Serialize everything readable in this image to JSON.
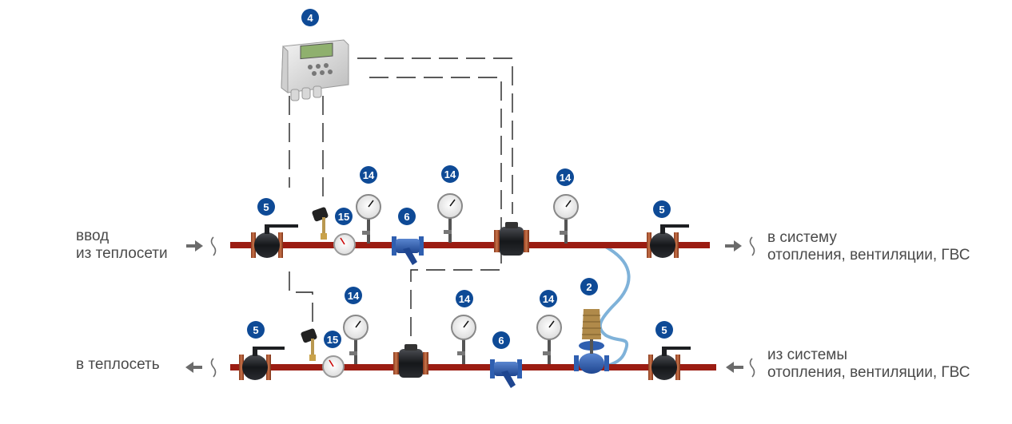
{
  "colors": {
    "pipe": "#9b1c12",
    "badge": "#0e4a96",
    "valve": "#1d1f22",
    "filter": "#2f5fb0",
    "capillary": "#7fb2d9",
    "dash": "#222222",
    "text": "#4a4a4a",
    "arrow": "#6b6b6b"
  },
  "labels": {
    "supply_in": [
      "ввод",
      "из теплосети"
    ],
    "supply_out": [
      "в систему",
      "отопления, вентиляции, ГВС"
    ],
    "return_out": [
      "в теплосеть"
    ],
    "return_in": [
      "из системы",
      "отопления, вентиляции, ГВС"
    ]
  },
  "badges": {
    "controller": "4",
    "gauge": "14",
    "thermometer": "15",
    "filter": "6",
    "ball_valve": "5",
    "pressure_regulator": "2"
  },
  "icons": {
    "ball_valve": "ball-valve-icon",
    "gauge": "pressure-gauge-icon",
    "thermometer": "thermometer-icon",
    "filter": "strainer-filter-icon",
    "flowmeter": "flow-meter-icon",
    "controller": "heat-controller-icon",
    "regulator": "pressure-regulator-icon",
    "sensor": "temperature-sensor-icon"
  }
}
